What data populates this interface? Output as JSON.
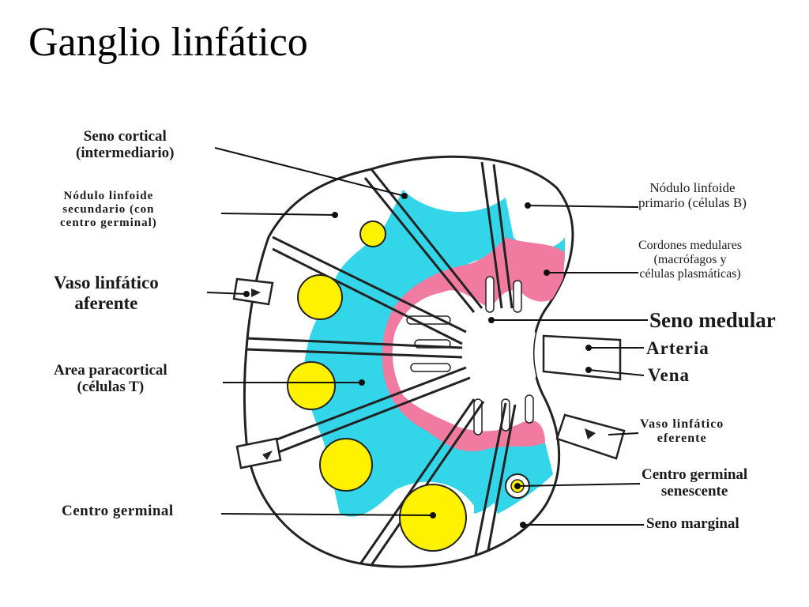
{
  "title": "Ganglio linfático",
  "labels": {
    "seno_cortical": [
      "Seno cortical",
      "(intermediario)"
    ],
    "nodulo_secundario": [
      "Nódulo linfoide",
      "secundario (con",
      "centro germinal)"
    ],
    "vaso_aferente": [
      "Vaso linfático",
      "aferente"
    ],
    "area_paracortical": [
      "Area paracortical",
      "(células T)"
    ],
    "centro_germinal": [
      "Centro germinal"
    ],
    "nodulo_primario": [
      "Nódulo linfoide",
      "primario (células B)"
    ],
    "cordones_medulares": [
      "Cordones medulares",
      "(macrófagos y",
      "células plasmáticas)"
    ],
    "seno_medular": [
      "Seno medular"
    ],
    "arteria": [
      "Arteria"
    ],
    "vena": [
      "Vena"
    ],
    "vaso_eferente": [
      "Vaso linfático",
      "eferente"
    ],
    "centro_senescente": [
      "Centro germinal",
      "senescente"
    ],
    "seno_marginal": [
      "Seno marginal"
    ]
  },
  "colors": {
    "paracortex": "#33d6e8",
    "medullary_cords": "#f07aa0",
    "germinal_center": "#fff200",
    "outline": "#222222"
  }
}
